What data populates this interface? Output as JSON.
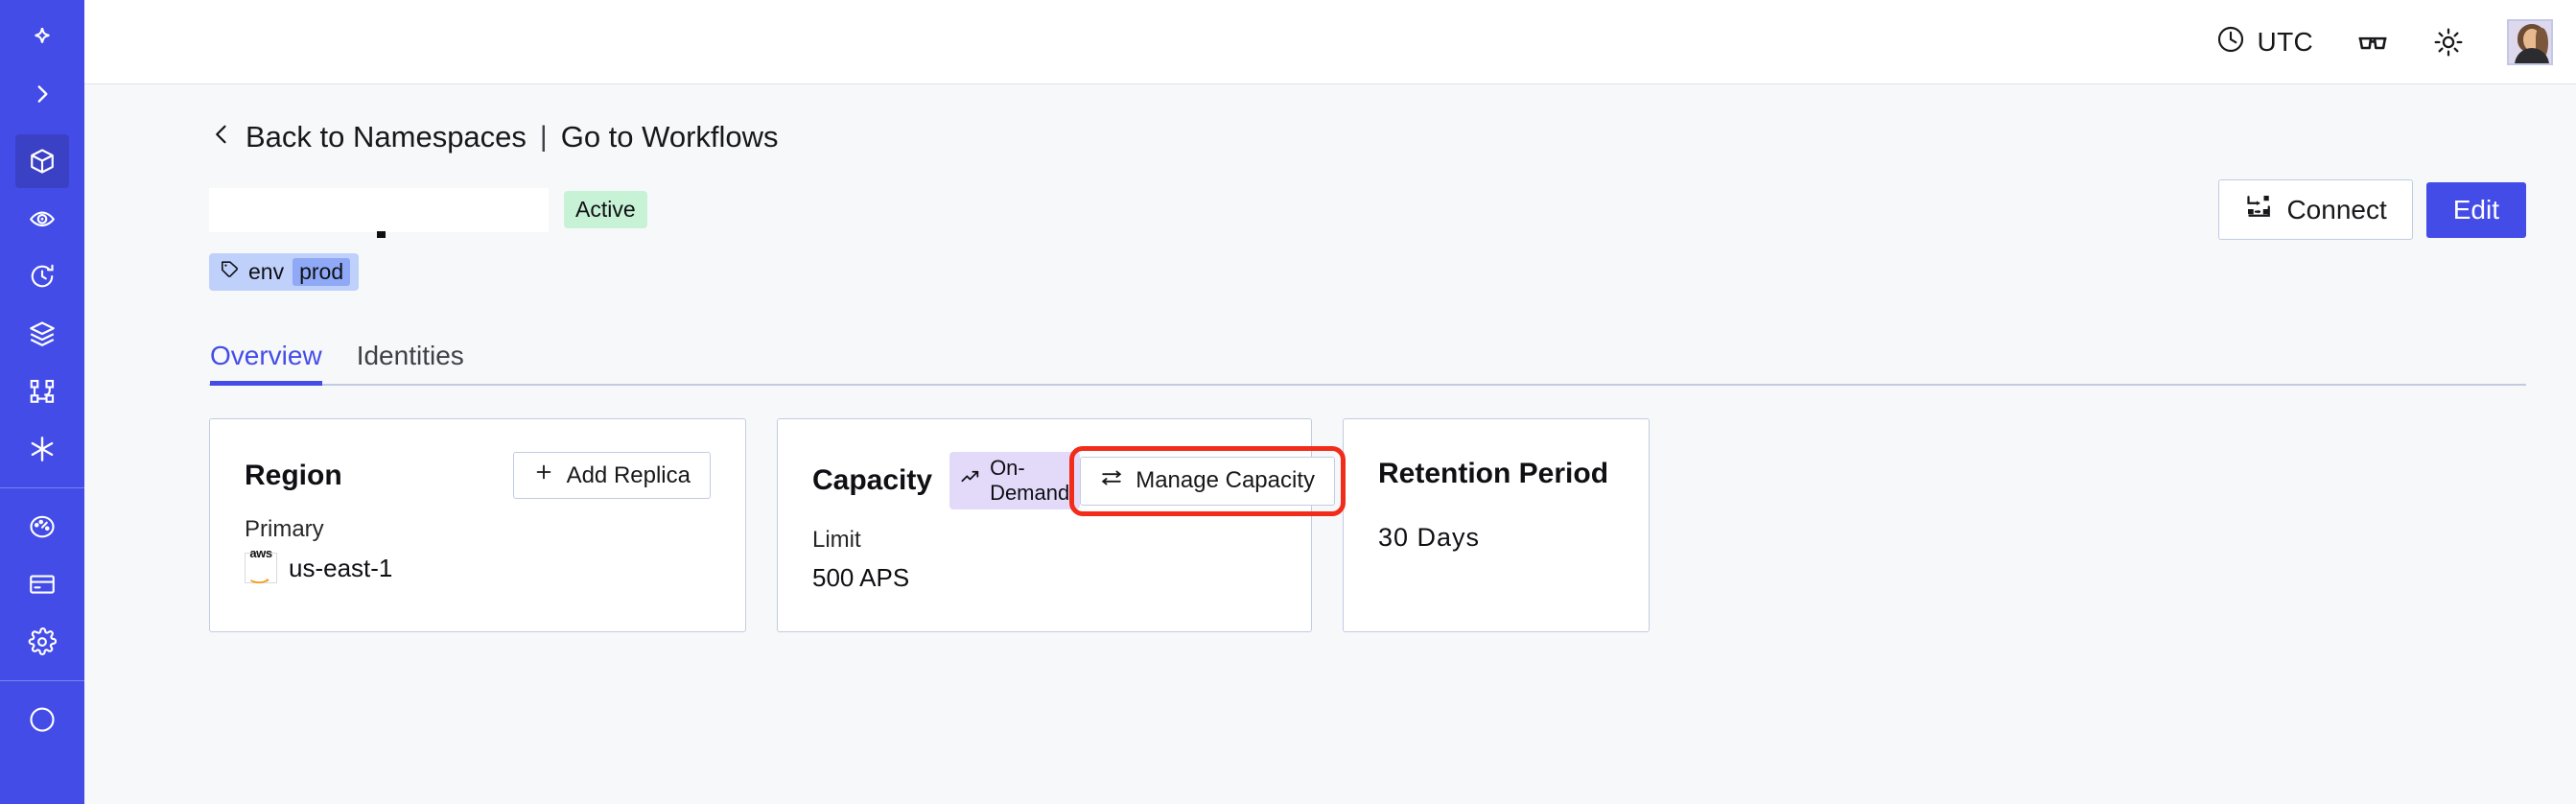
{
  "sidebar": {
    "brand_icon": "temporal-star-icon",
    "expand_icon": "chevron-right-icon",
    "items": [
      {
        "icon": "cube-icon",
        "name": "namespaces",
        "active": true
      },
      {
        "icon": "eye-icon",
        "name": "observe",
        "active": false
      },
      {
        "icon": "history-icon",
        "name": "schedules",
        "active": false
      },
      {
        "icon": "layers-icon",
        "name": "batch",
        "active": false
      },
      {
        "icon": "workflow-icon",
        "name": "workflows",
        "active": false
      },
      {
        "icon": "asterisk-icon",
        "name": "nexus",
        "active": false
      }
    ],
    "footer_items": [
      {
        "icon": "usage-dashboard-icon",
        "name": "usage",
        "active": false
      },
      {
        "icon": "credit-card-icon",
        "name": "billing",
        "active": false
      },
      {
        "icon": "gear-icon",
        "name": "settings",
        "active": false
      }
    ]
  },
  "topbar": {
    "timezone_icon": "clock-icon",
    "timezone_label": "UTC",
    "glasses_icon": "glasses-icon",
    "theme_icon": "sun-icon",
    "avatar_name": "user-avatar"
  },
  "breadcrumb": {
    "back_icon": "chevron-left-icon",
    "back_label": "Back to Namespaces",
    "separator": "|",
    "forward_label": "Go to Workflows"
  },
  "header": {
    "namespace_title": "",
    "status_badge": "Active",
    "tag": {
      "icon": "tag-icon",
      "key": "env",
      "value": "prod"
    },
    "connect_label": "Connect",
    "connect_icon": "connect-icon",
    "edit_label": "Edit"
  },
  "tabs": [
    {
      "label": "Overview",
      "active": true
    },
    {
      "label": "Identities",
      "active": false
    }
  ],
  "cards": {
    "region": {
      "title": "Region",
      "action_label": "Add Replica",
      "action_icon": "plus-icon",
      "sub_label": "Primary",
      "provider_icon": "aws-logo",
      "provider_text": "aws",
      "value": "us-east-1"
    },
    "capacity": {
      "title": "Capacity",
      "badge_icon": "trend-up-icon",
      "badge_label": "On-Demand",
      "action_label": "Manage Capacity",
      "action_icon": "sliders-icon",
      "action_highlighted": true,
      "sub_label": "Limit",
      "value": "500 APS"
    },
    "retention": {
      "title": "Retention Period",
      "value": "30 Days"
    }
  },
  "colors": {
    "brand": "#444ce7",
    "sidebar_active": "#3b41c5",
    "status_active_bg": "#c7f2d6",
    "badge_ondemand_bg": "#e3dafa",
    "tag_bg": "#bfd0fb",
    "tag_value_bg": "#8fa9f7",
    "annotation_red": "#f22c1b",
    "page_bg": "#f7f8fa",
    "card_border": "#c3cbe2"
  }
}
